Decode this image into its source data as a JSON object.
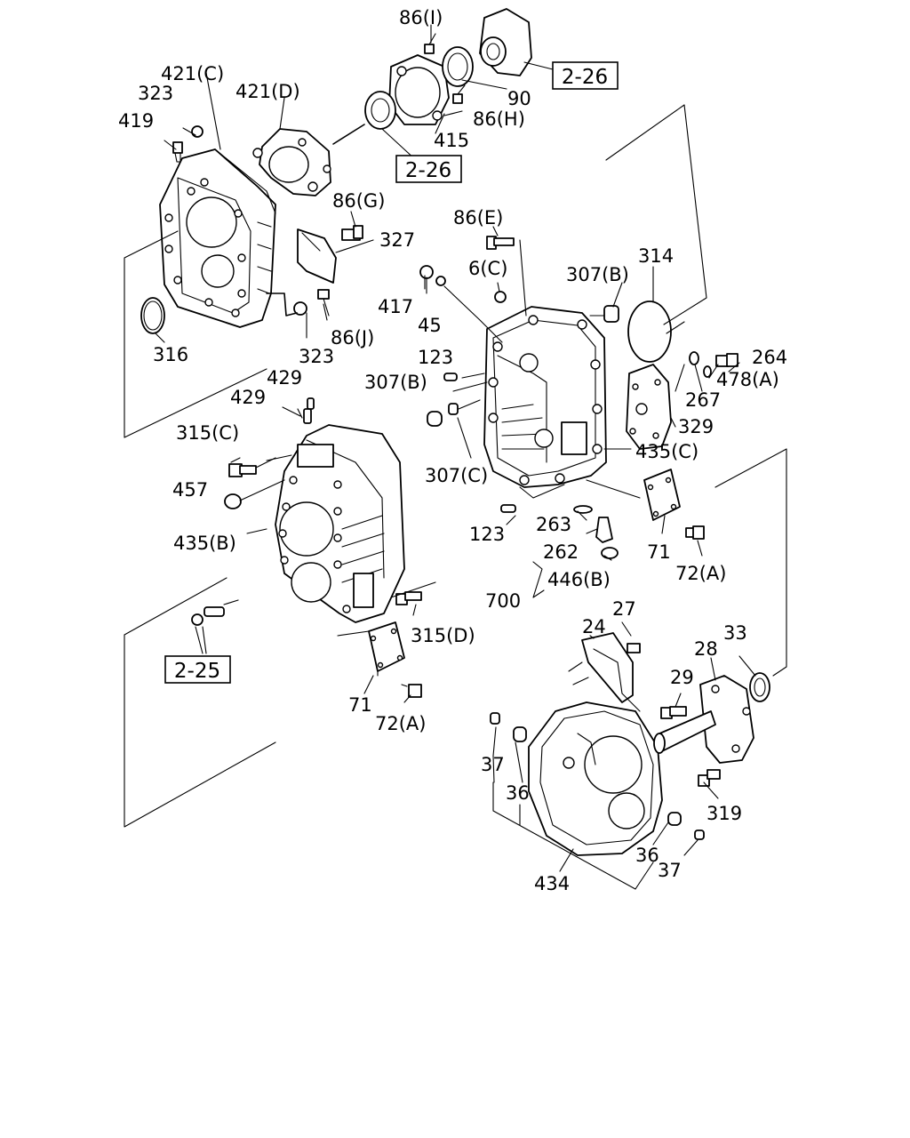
{
  "diagram": {
    "labels": {
      "l86i": "86(I)",
      "l421c": "421(C)",
      "l421d": "421(D)",
      "l323a": "323",
      "l419": "419",
      "l90": "90",
      "l86h": "86(H)",
      "l415": "415",
      "l86g": "86(G)",
      "l327": "327",
      "l86e": "86(E)",
      "l6c": "6(C)",
      "l307b_top": "307(B)",
      "l314": "314",
      "l417": "417",
      "l45": "45",
      "l316": "316",
      "l323b": "323",
      "l86j": "86(J)",
      "l123a": "123",
      "l307b_mid": "307(B)",
      "l264": "264",
      "l478a": "478(A)",
      "l267": "267",
      "l329": "329",
      "l429a": "429",
      "l429b": "429",
      "l315c": "315(C)",
      "l435c": "435(C)",
      "l307c": "307(C)",
      "l457": "457",
      "l435b": "435(B)",
      "l263": "263",
      "l262": "262",
      "l123b": "123",
      "l71a": "71",
      "l72a_top": "72(A)",
      "l446b": "446(B)",
      "l700": "700",
      "l315d": "315(D)",
      "l27": "27",
      "l24": "24",
      "l28": "28",
      "l33": "33",
      "l29": "29",
      "l71b": "71",
      "l72a_bot": "72(A)",
      "l37a": "37",
      "l36a": "36",
      "l319": "319",
      "l36b": "36",
      "l37b": "37",
      "l434": "434"
    },
    "refs": {
      "r226_top": "2-26",
      "r226_mid": "2-26",
      "r225": "2-25"
    }
  }
}
